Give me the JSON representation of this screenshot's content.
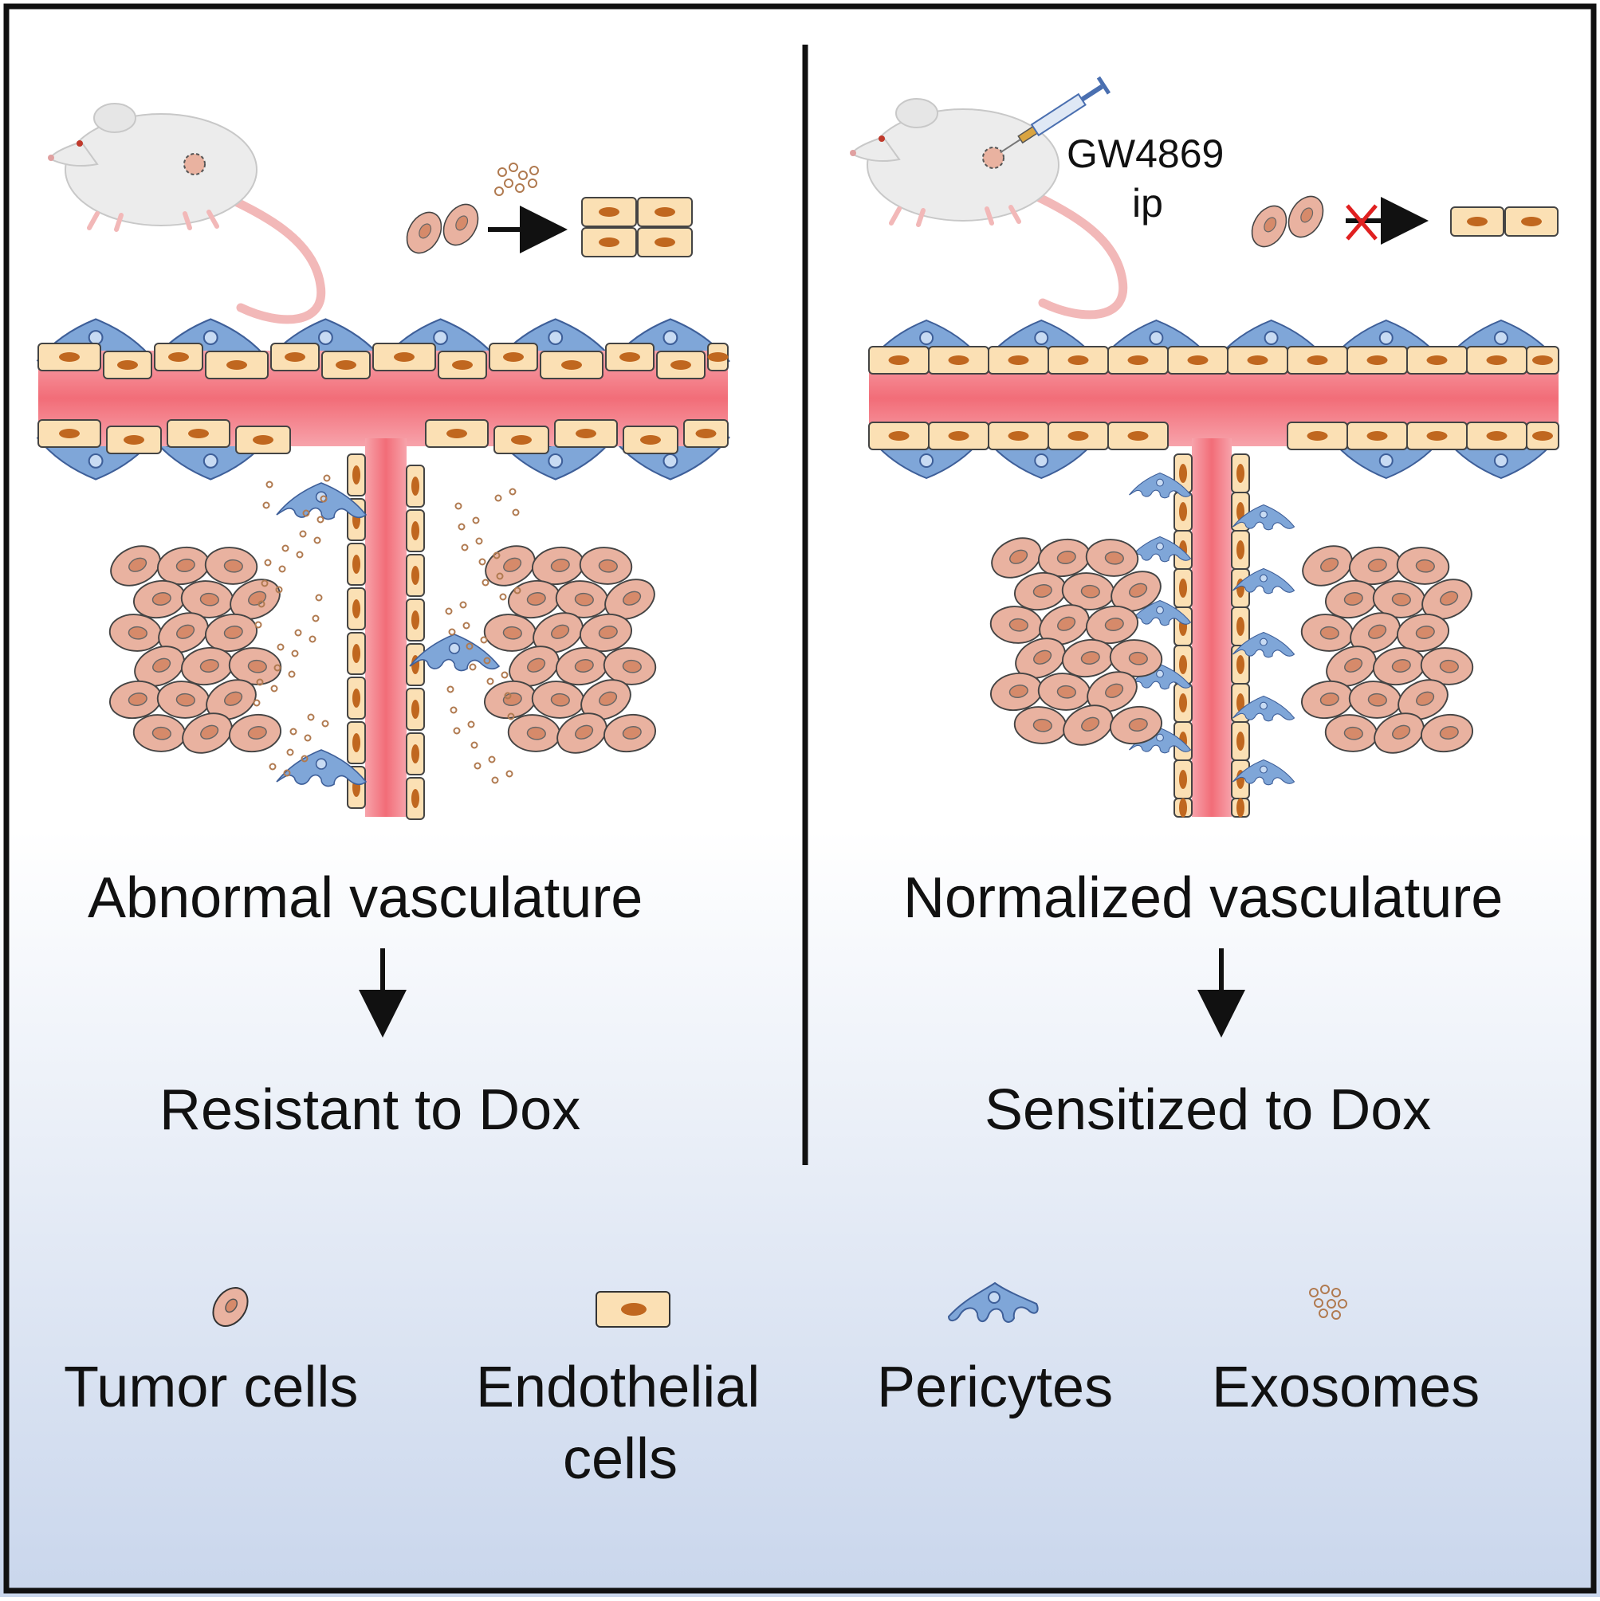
{
  "left_panel": {
    "title": "Abnormal vasculature",
    "outcome": "Resistant to Dox"
  },
  "right_panel": {
    "title": "Normalized vasculature",
    "outcome": "Sensitized to Dox",
    "treatment_line1": "GW4869",
    "treatment_line2": "ip"
  },
  "legend": {
    "tumor": "Tumor cells",
    "endothelial_line1": "Endothelial",
    "endothelial_line2": "cells",
    "pericytes": "Pericytes",
    "exosomes": "Exosomes"
  },
  "colors": {
    "vessel": "#f26d78",
    "endothelial": "#fbe0b4",
    "nucleus": "#c0671f",
    "pericyte": "#7fa6d8",
    "tumor": "#e9b2a0",
    "inhibit_mark": "#e02020",
    "background_bottom": "#c9d6ec"
  }
}
